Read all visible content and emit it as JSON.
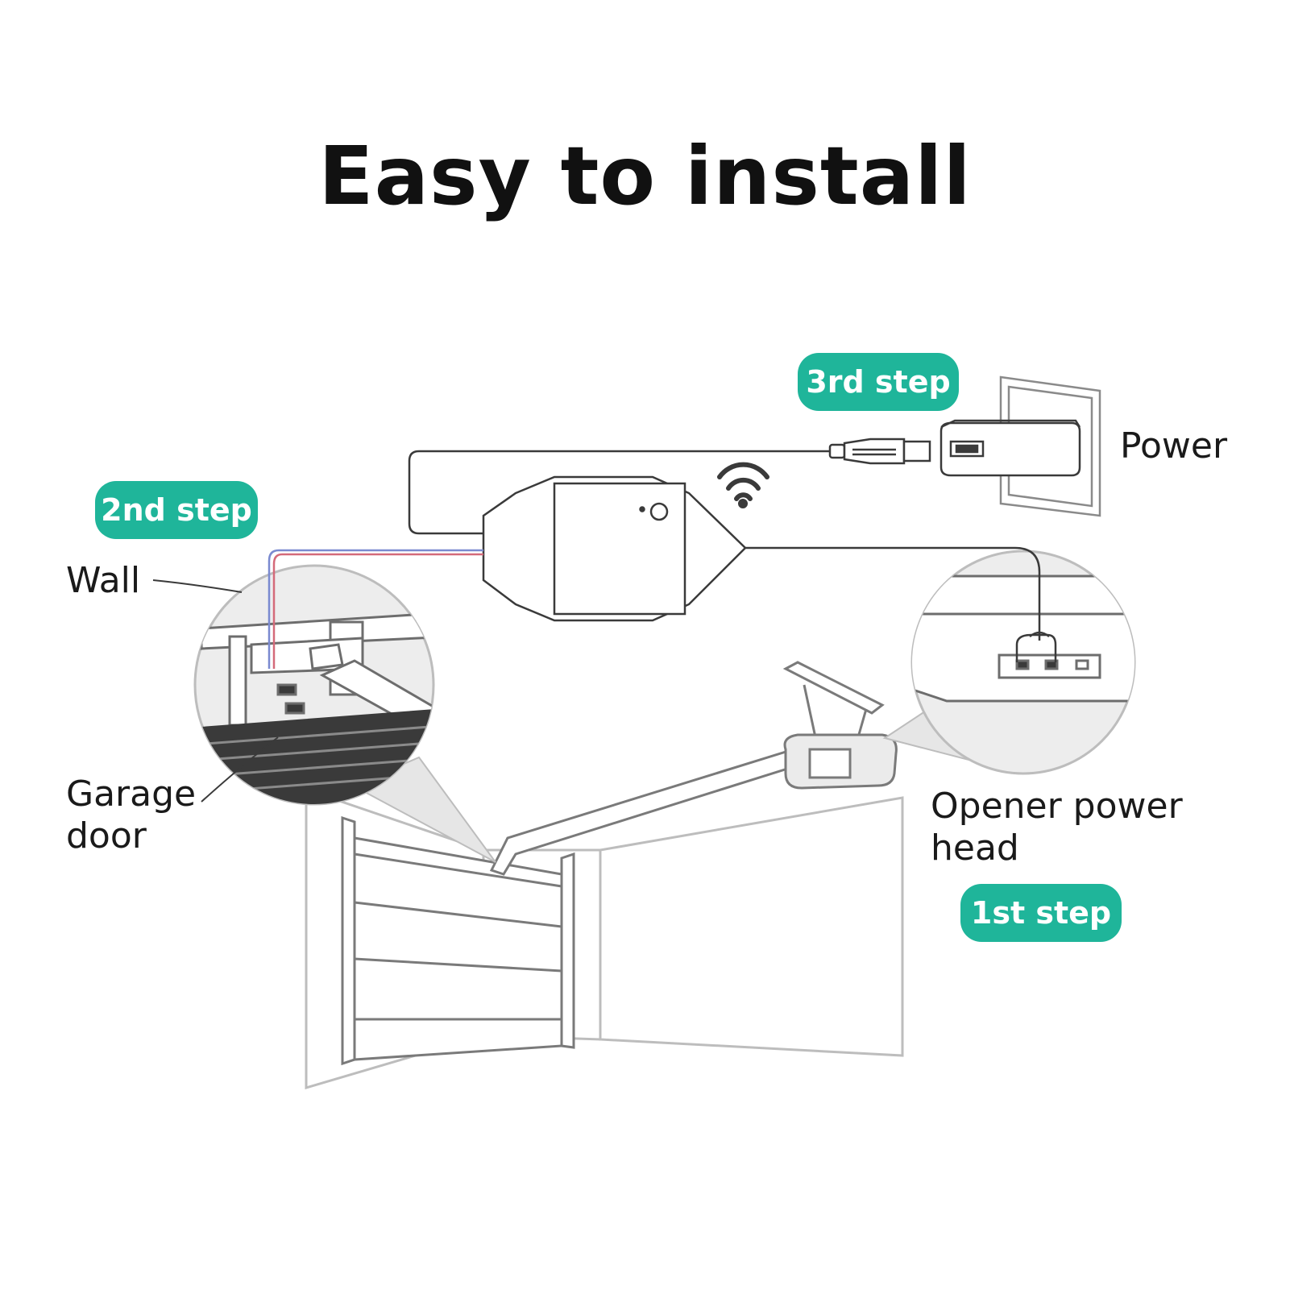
{
  "title": "Easy to install",
  "colors": {
    "accent": "#1fb59a",
    "line": "#6d6d6d",
    "fill": "#ededed"
  },
  "steps": {
    "first": "1st step",
    "second": "2nd step",
    "third": "3rd step"
  },
  "labels": {
    "wall": "Wall",
    "garage_door_line1": "Garage",
    "garage_door_line2": "door",
    "power": "Power",
    "opener_line1": "Opener power",
    "opener_line2": "head"
  },
  "icons": [
    "wifi-icon",
    "usb-plug-icon",
    "power-adapter-icon",
    "wall-outlet-icon",
    "controller-device-icon"
  ]
}
